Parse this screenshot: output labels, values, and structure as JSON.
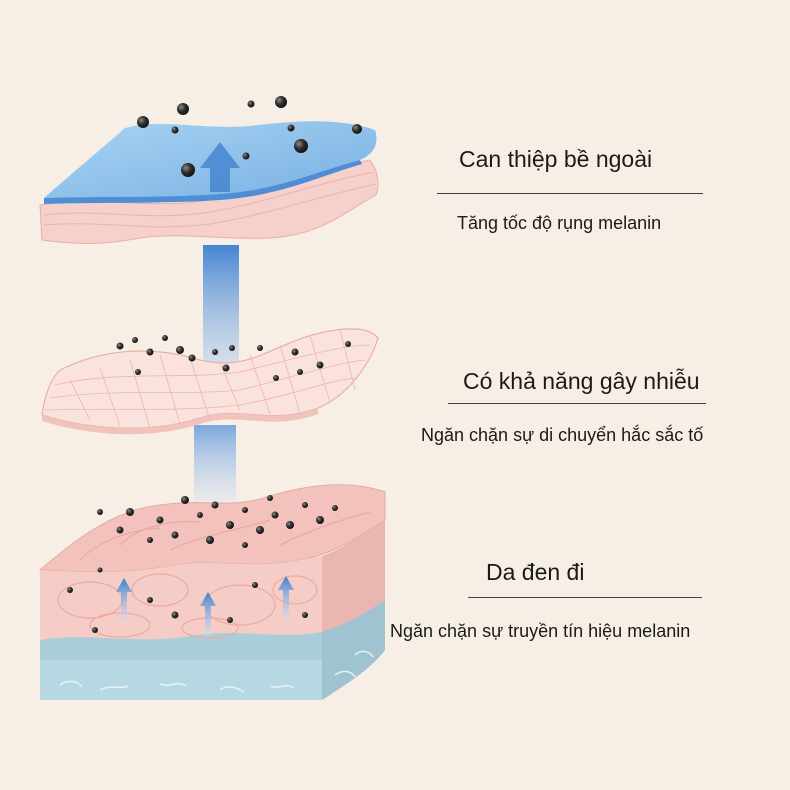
{
  "layers": [
    {
      "title": "Can thiệp bề ngoài",
      "description": "Tăng tốc độ rụng melanin"
    },
    {
      "title": "Có khả năng gây nhiễu",
      "description": "Ngăn chặn sự di chuyển hắc sắc tố"
    },
    {
      "title": "Da đen đi",
      "description": "Ngăn chặn sự truyền tín hiệu melanin"
    }
  ],
  "colors": {
    "background": "#f7efe6",
    "top_membrane": "#8fc3ea",
    "pink_layer": "#f6cfcb",
    "mesh_layer": "#fbe2dc",
    "tissue": "#f1b9b4",
    "dermis_blue": "#a8cbd8",
    "arrow": "#4f8fd6",
    "melanin": "#2e2e2e"
  }
}
